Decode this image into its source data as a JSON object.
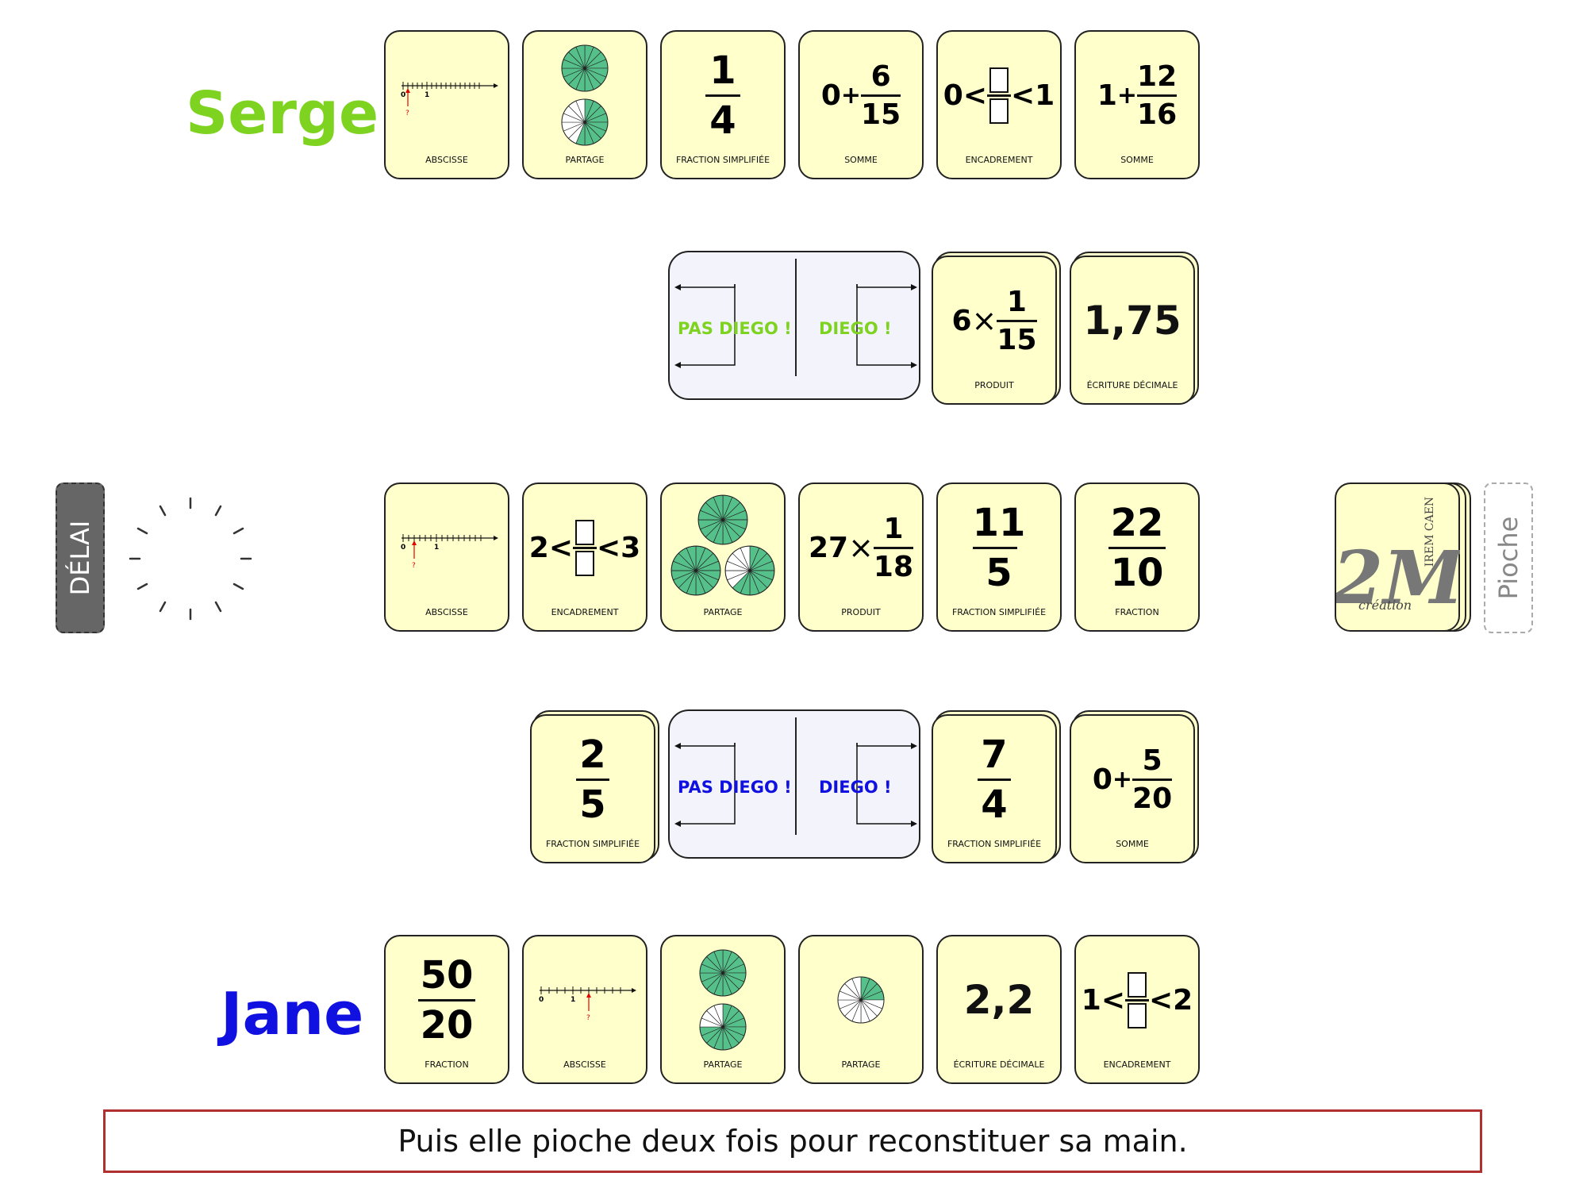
{
  "players": {
    "top": {
      "name": "Serge",
      "color": "#7ed321"
    },
    "bottom": {
      "name": "Jane",
      "color": "#1010e0"
    }
  },
  "colors": {
    "card_bg": "#ffffcc",
    "wheel_fill": "#55c08a",
    "arrow_marker": "#e00000",
    "message_border": "#b03030"
  },
  "controls": {
    "delay_label": "DÉLAI",
    "draw_label": "Pioche"
  },
  "diego_zones": {
    "left_label": "PAS DIEGO !",
    "right_label": "DIEGO !"
  },
  "number_line": {
    "zero": "0",
    "one": "1",
    "marker": "?"
  },
  "serge_hand": [
    {
      "kind": "abscisse",
      "label": "ABSCISSE"
    },
    {
      "kind": "partage",
      "label": "PARTAGE"
    },
    {
      "kind": "fraction",
      "num": "1",
      "den": "4",
      "label": "FRACTION SIMPLIFIÉE"
    },
    {
      "kind": "somme",
      "whole": "0",
      "plus": "+",
      "num": "6",
      "den": "15",
      "label": "SOMME"
    },
    {
      "kind": "encadrement",
      "low": "0",
      "lt": "<",
      "high": "1",
      "label": "ENCADREMENT"
    },
    {
      "kind": "somme",
      "whole": "1",
      "plus": "+",
      "num": "12",
      "den": "16",
      "label": "SOMME"
    }
  ],
  "serge_piles": [
    {
      "kind": "produit",
      "factor": "6",
      "times": "×",
      "num": "1",
      "den": "15",
      "label": "PRODUIT"
    },
    {
      "kind": "decimal",
      "value": "1,75",
      "label": "ÉCRITURE DÉCIMALE"
    }
  ],
  "center_row": [
    {
      "kind": "abscisse",
      "label": "ABSCISSE"
    },
    {
      "kind": "encadrement",
      "low": "2",
      "lt": "<",
      "high": "3",
      "label": "ENCADREMENT"
    },
    {
      "kind": "partage",
      "label": "PARTAGE"
    },
    {
      "kind": "produit",
      "factor": "27",
      "times": "×",
      "num": "1",
      "den": "18",
      "label": "PRODUIT"
    },
    {
      "kind": "fraction",
      "num": "11",
      "den": "5",
      "label": "FRACTION SIMPLIFIÉE"
    },
    {
      "kind": "fraction",
      "num": "22",
      "den": "10",
      "label": "FRACTION"
    }
  ],
  "deck": {
    "logo_top": "IREM CAEN",
    "logo_bottom": "création",
    "logo_mark": "2M"
  },
  "jane_piles": [
    {
      "kind": "fraction",
      "num": "2",
      "den": "5",
      "label": "FRACTION SIMPLIFIÉE"
    },
    {
      "kind": "fraction",
      "num": "7",
      "den": "4",
      "label": "FRACTION SIMPLIFIÉE"
    },
    {
      "kind": "somme",
      "whole": "0",
      "plus": "+",
      "num": "5",
      "den": "20",
      "label": "SOMME"
    }
  ],
  "jane_hand": [
    {
      "kind": "fraction",
      "num": "50",
      "den": "20",
      "label": "FRACTION"
    },
    {
      "kind": "abscisse",
      "label": "ABSCISSE"
    },
    {
      "kind": "partage",
      "label": "PARTAGE"
    },
    {
      "kind": "partage",
      "label": "PARTAGE"
    },
    {
      "kind": "decimal",
      "value": "2,2",
      "label": "ÉCRITURE DÉCIMALE"
    },
    {
      "kind": "encadrement",
      "low": "1",
      "lt": "<",
      "high": "2",
      "label": "ENCADREMENT"
    }
  ],
  "message": "Puis elle pioche deux fois pour reconstituer sa main."
}
